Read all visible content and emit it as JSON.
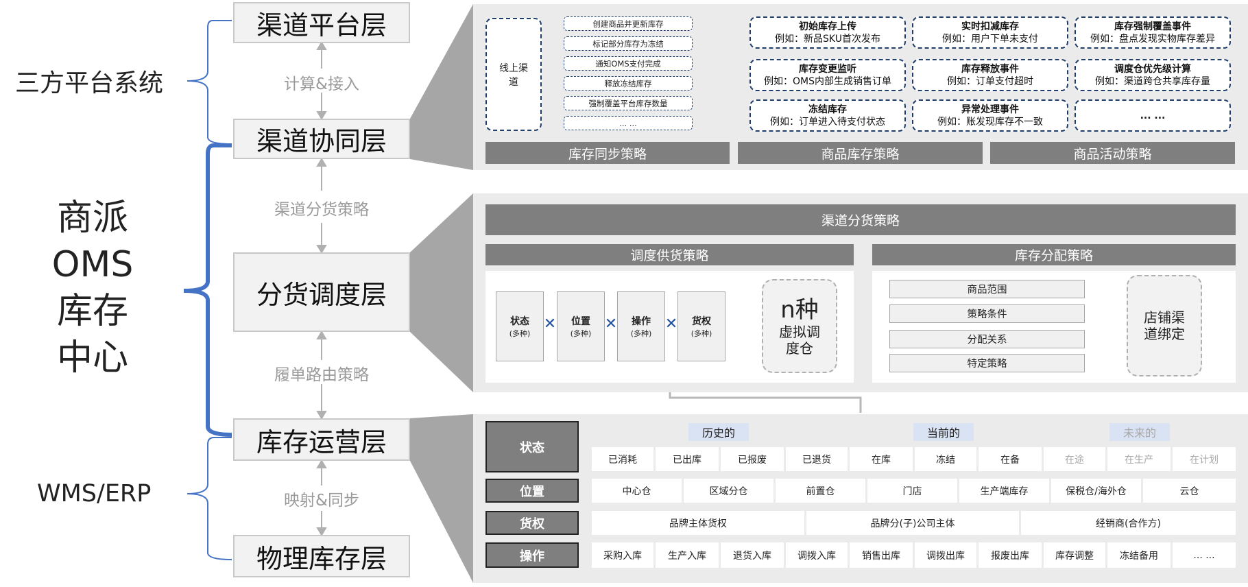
{
  "left": {
    "third_party": "三方平台系统",
    "oms_lines": [
      "商派",
      "OMS",
      "库存",
      "中心"
    ],
    "wms": "WMS/ERP"
  },
  "layers": {
    "channel_platform": "渠道平台层",
    "channel_collab": "渠道协同层",
    "allocation": "分货调度层",
    "ops": "库存运营层",
    "physical": "物理库存层"
  },
  "connectors": {
    "c1": "计算&接入",
    "c2": "渠道分货策略",
    "c3": "履单路由策略",
    "c4": "映射&同步"
  },
  "sync_panel": {
    "online_channel": "线上渠道",
    "items": [
      "创建商品并更新库存",
      "标记部分库存为冻结",
      "通知OMS支付完成",
      "释放冻结库存",
      "强制覆盖平台库存数量",
      "... ..."
    ],
    "events": [
      {
        "title": "初始库存上传",
        "example": "例如：新品SKU首次发布"
      },
      {
        "title": "实时扣减库存",
        "example": "例如：用户下单未支付"
      },
      {
        "title": "库存强制覆盖事件",
        "example": "例如：盘点发现实物库存差异"
      },
      {
        "title": "库存变更监听",
        "example": "例如：OMS内部生成销售订单"
      },
      {
        "title": "库存释放事件",
        "example": "例如：订单支付超时"
      },
      {
        "title": "调度仓优先级计算",
        "example": "例如：渠道跨仓共享库存量"
      },
      {
        "title": "冻结库存",
        "example": "例如：订单进入待支付状态"
      },
      {
        "title": "异常处理事件",
        "example": "例如：账发现库存不一致"
      },
      {
        "title": "... ...",
        "example": ""
      }
    ],
    "bars": [
      "库存同步策略",
      "商品库存策略",
      "商品活动策略"
    ]
  },
  "alloc_panel": {
    "header": "渠道分货策略",
    "left_header": "调度供货策略",
    "right_header": "库存分配策略",
    "factors": [
      {
        "title": "状态",
        "sub": "(多种)"
      },
      {
        "title": "位置",
        "sub": "(多种)"
      },
      {
        "title": "操作",
        "sub": "(多种)"
      },
      {
        "title": "货权",
        "sub": "(多种)"
      }
    ],
    "n_kinds": "n种",
    "virtual_wh": "虚拟调度仓",
    "rules": [
      "商品范围",
      "策略条件",
      "分配关系",
      "特定策略"
    ],
    "shop_binding": "店铺渠道绑定"
  },
  "ops_panel": {
    "labels": [
      "状态",
      "位置",
      "货权",
      "操作"
    ],
    "groups": [
      "历史的",
      "当前的",
      "未来的"
    ],
    "states": [
      "已消耗",
      "已出库",
      "已报废",
      "已退货",
      "在库",
      "冻结",
      "在备",
      "在途",
      "在生产",
      "在计划"
    ],
    "locations": [
      "中心仓",
      "区域分仓",
      "前置仓",
      "门店",
      "生产端库存",
      "保税仓/海外仓",
      "云仓"
    ],
    "ownership": [
      "品牌主体货权",
      "品牌分(子)公司主体",
      "经销商(合作方)"
    ],
    "operations": [
      "采购入库",
      "生产入库",
      "退货入库",
      "调拨入库",
      "销售出库",
      "调拨出库",
      "报废出库",
      "库存调整",
      "冻结备用",
      "... ..."
    ]
  },
  "colors": {
    "accent_blue": "#4472c4",
    "dark_navy": "#1f3d6b",
    "bar_grey": "#7f7f7f",
    "red_line": "#c00000"
  }
}
